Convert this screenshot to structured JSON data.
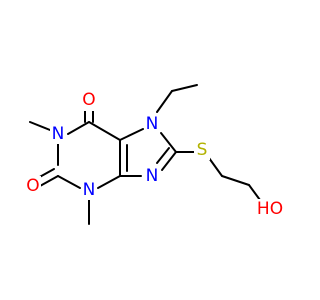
{
  "molecule": {
    "atoms": {
      "o_top": "O",
      "n7": "N",
      "n1": "N",
      "o_left": "O",
      "n3": "N",
      "n9": "N",
      "s": "S",
      "oh": "HO"
    },
    "colors": {
      "bond": "#000000",
      "oxygen": "#ff0000",
      "nitrogen": "#0000ff",
      "sulfur": "#b2b200"
    }
  }
}
